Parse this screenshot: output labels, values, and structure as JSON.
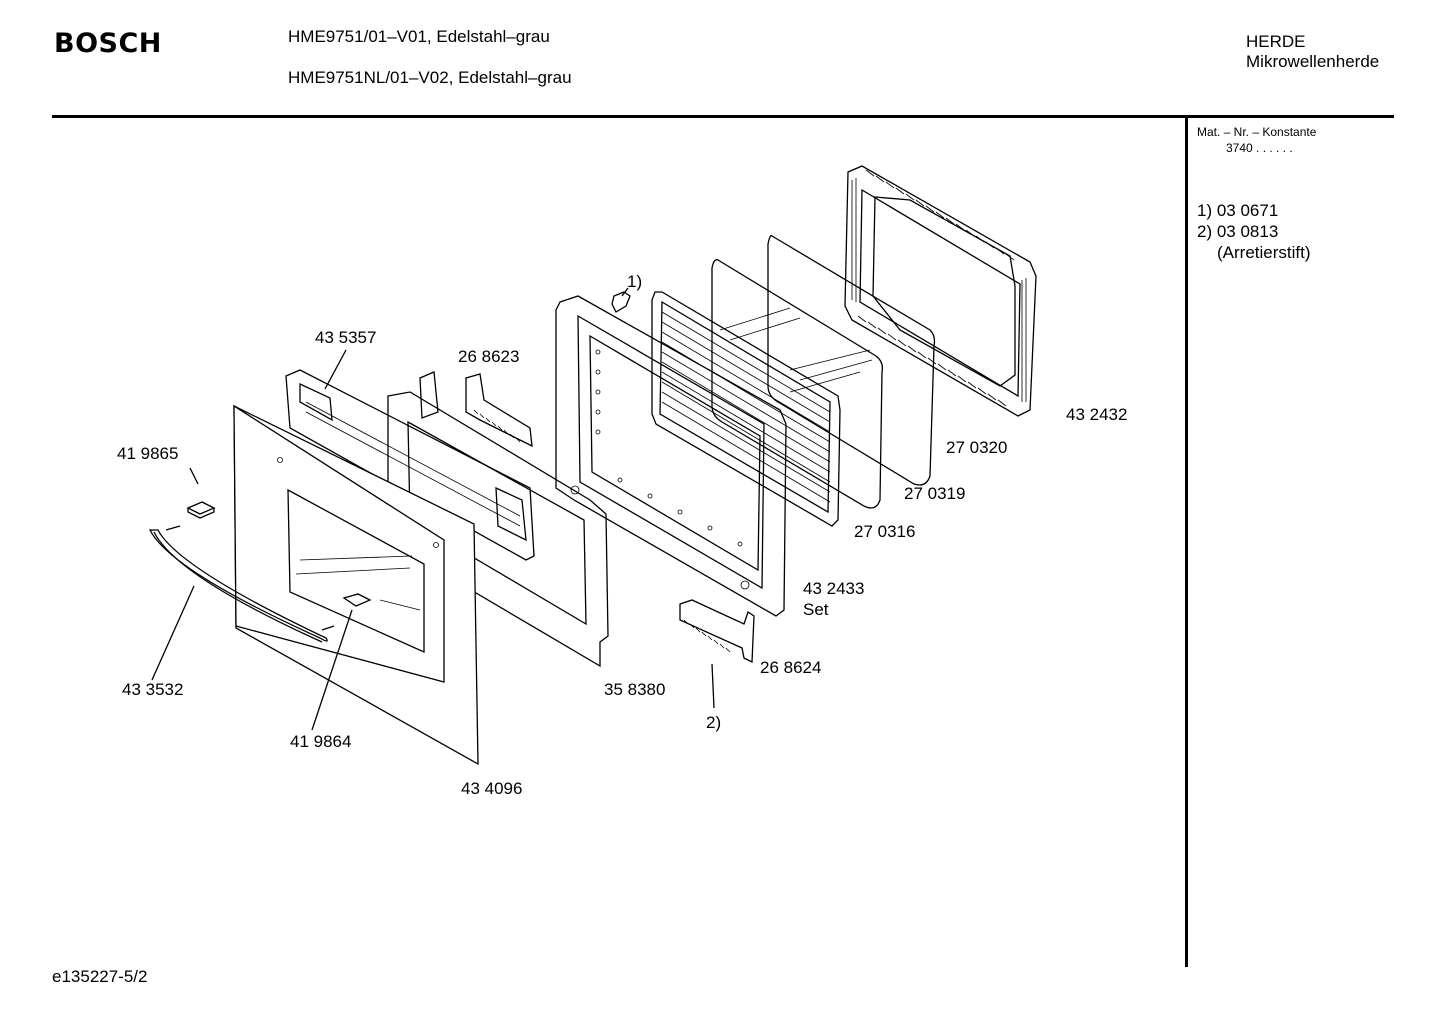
{
  "header": {
    "brand": "BOSCH",
    "model_lines": [
      "HME9751/01–V01, Edelstahl–grau",
      "HME9751NL/01–V02, Edelstahl–grau"
    ],
    "category": "HERDE",
    "subcategory": "Mikrowellenherde"
  },
  "sidebar": {
    "mat_label": "Mat. – Nr. – Konstante",
    "mat_value": "3740  .  .    .  .  .  .",
    "notes": [
      "1) 03 0671",
      "2) 03 0813",
      "(Arretierstift)"
    ]
  },
  "parts": {
    "p432432": "43 2432",
    "p270320": "27 0320",
    "p270319": "27 0319",
    "p270316": "27 0316",
    "p432433": "43 2433",
    "set": "Set",
    "p268624": "26 8624",
    "p358380": "35 8380",
    "p268623": "26 8623",
    "p435357": "43 5357",
    "p419865": "41 9865",
    "p433532": "43 3532",
    "p419864": "41 9864",
    "p434096": "43 4096",
    "ref1": "1)",
    "ref2": "2)"
  },
  "footer": {
    "code": "e135227-5/2"
  }
}
